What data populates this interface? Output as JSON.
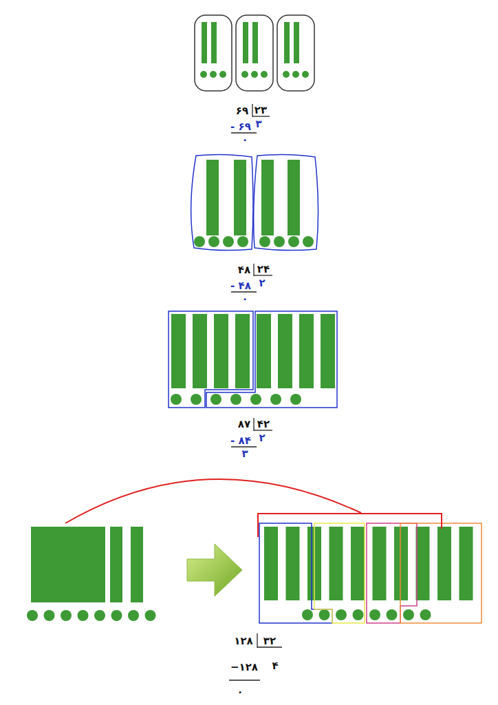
{
  "diagram": {
    "labels": [
      "۶۹",
      "۲۳",
      "۳",
      "- ۶۹",
      "۰",
      "۴۸",
      "۲۴",
      "۲",
      "- ۴۸",
      "۰",
      "۸۷",
      "۴۲",
      "۲",
      "- ۸۴",
      "۳",
      "۱۲۸",
      "۳۲",
      "−۱۲۸",
      "۴",
      "۰"
    ]
  }
}
